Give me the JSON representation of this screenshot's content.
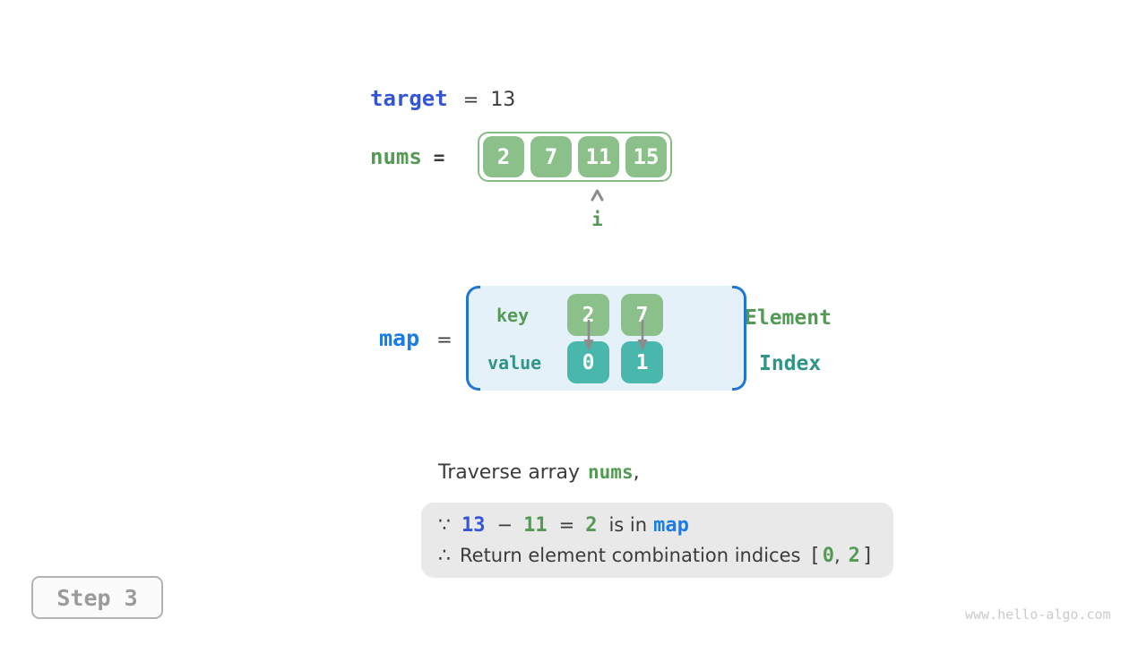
{
  "variables": {
    "target": {
      "label": "target",
      "equals": "=",
      "value": "13"
    },
    "nums": {
      "label": "nums",
      "equals": "="
    },
    "map": {
      "label": "map",
      "equals": "="
    }
  },
  "nums_array": {
    "values": [
      "2",
      "7",
      "11",
      "15"
    ],
    "pointer_label": "i"
  },
  "hash_map": {
    "key_label": "key",
    "value_label": "value",
    "entries": [
      {
        "key": "2",
        "value": "0"
      },
      {
        "key": "7",
        "value": "1"
      }
    ],
    "element_label": "Element",
    "index_label": "Index"
  },
  "caption": {
    "text": "Traverse array",
    "code": "nums",
    "comma": ","
  },
  "conclusion": {
    "because_symbol": "∵",
    "minuend": "13",
    "minus": "−",
    "subtrahend": "11",
    "equals": "=",
    "difference": "2",
    "in_text": "is in",
    "map_code": "map",
    "therefore_symbol": "∴",
    "result_text": "Return element combination indices",
    "open_bracket": "[",
    "index_a": "0",
    "comma": ",",
    "index_b": "2",
    "close_bracket": "]"
  },
  "footer": {
    "step_label": "Step 3",
    "watermark": "www.hello-algo.com"
  },
  "colors": {
    "green_text": "#549a54",
    "teal_text": "#319489",
    "indigo_blue": "#3556d4",
    "azure_blue": "#1a7ce8",
    "green_cell": "#8bc08b",
    "teal_cell": "#4ab7ad",
    "map_background": "#e4f1f9",
    "bracket_blue": "#1e78d2",
    "dark_text": "#3b3b3b",
    "conclusion_background": "#e9e9e9"
  }
}
